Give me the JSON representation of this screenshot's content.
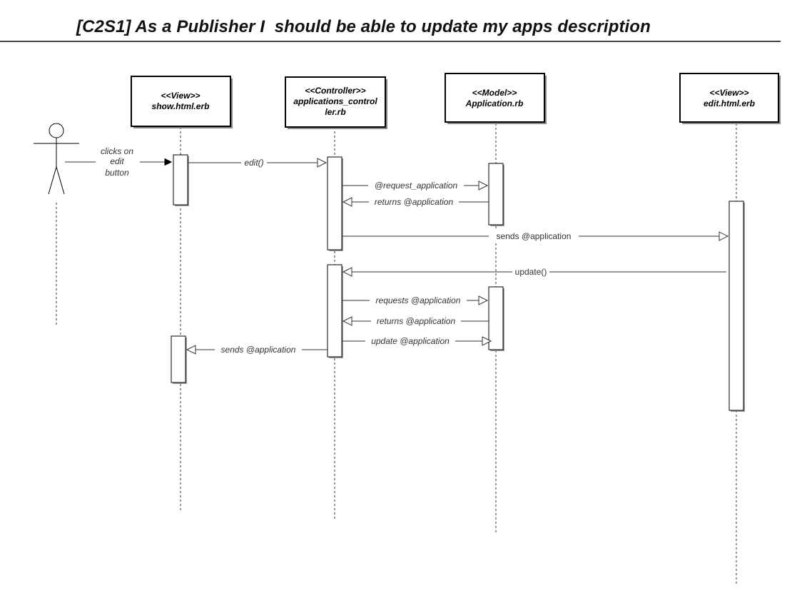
{
  "title": "[C2S1] As a Publisher I  should be able to update my apps description",
  "participants": [
    {
      "id": "show",
      "lines": [
        "<<View>>",
        "show.html.erb"
      ]
    },
    {
      "id": "controller",
      "lines": [
        "<<Controller>>",
        "applications_control",
        "ler.rb"
      ]
    },
    {
      "id": "model",
      "lines": [
        "<<Model>>",
        "Application.rb"
      ]
    },
    {
      "id": "edit",
      "lines": [
        "<<View>>",
        "edit.html.erb"
      ]
    }
  ],
  "actor": {
    "message_lines": [
      "clicks on",
      "edit",
      "button"
    ]
  },
  "messages": [
    {
      "label": "edit()",
      "from": "show",
      "to": "controller"
    },
    {
      "label": "@request_application",
      "from": "controller",
      "to": "model"
    },
    {
      "label": "returns @application",
      "from": "model",
      "to": "controller"
    },
    {
      "label": "sends @application",
      "from": "controller",
      "to": "edit"
    },
    {
      "label": "update()",
      "from": "edit",
      "to": "controller"
    },
    {
      "label": "requests @application",
      "from": "controller",
      "to": "model"
    },
    {
      "label": "returns @application",
      "from": "model",
      "to": "controller"
    },
    {
      "label": "update @application",
      "from": "controller",
      "to": "model"
    },
    {
      "label": "sends @application",
      "from": "controller",
      "to": "show"
    }
  ]
}
